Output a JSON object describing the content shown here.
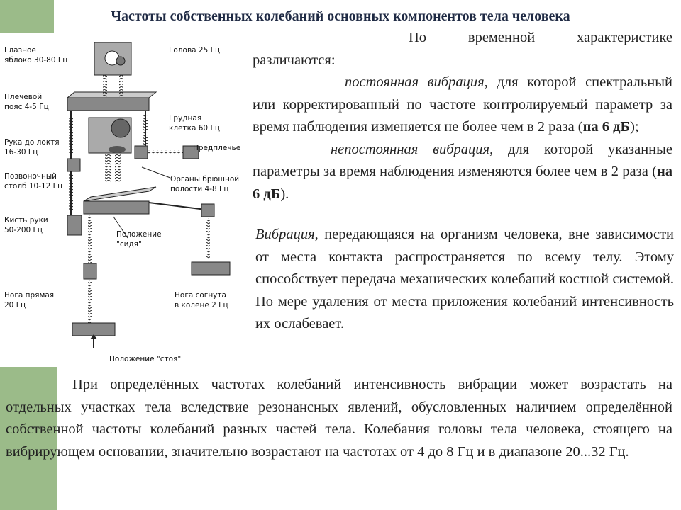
{
  "title": "Частоты собственных колебаний основных компонентов тела человека",
  "diagram": {
    "labels": {
      "eyeball": [
        "Глазное",
        "яблоко 30-80 Гц"
      ],
      "head": "Голова 25 Гц",
      "shoulder": [
        "Плечевой",
        "пояс 4-5 Гц"
      ],
      "chest": [
        "Грудная",
        "клетка 60 Гц"
      ],
      "elbow": [
        "Рука до локтя",
        "16-30 Гц"
      ],
      "forearm": "Предплечье",
      "spine": [
        "Позвоночный",
        "столб 10-12 Гц"
      ],
      "abdomen": [
        "Органы брюшной",
        "полости 4-8 Гц"
      ],
      "hand": [
        "Кисть руки",
        "50-200 Гц"
      ],
      "sitting": [
        "Положение",
        "\"сидя\""
      ],
      "leg_straight": [
        "Нога прямая",
        "20 Гц"
      ],
      "leg_bent": [
        "Нога согнута",
        "в колене 2 Гц"
      ],
      "standing": "Положение \"стоя\""
    }
  },
  "paragraph1": {
    "lead": "По временной характеристике различаются:",
    "item1_em": "постоянная вибрация",
    "item1_text": ", для которой спектральный или корректированный по частоте контролируемый параметр за время наблюдения изменяется не более чем в 2 раза (",
    "item1_bold": "на 6 дБ",
    "item1_end": ");",
    "item2_em": "непостоянная вибрация",
    "item2_text": ", для которой указанные параметры за время наблюдения изменяются более чем в 2 раза (",
    "item2_bold": "на 6 дБ",
    "item2_end": ")."
  },
  "paragraph2": {
    "em": "Вибрация",
    "text": ", передающаяся на организм человека, вне зависимости от места контакта распространяется по всему телу. Этому способствует передача механических колебаний костной системой. По мере удаления от места приложения колебаний интенсивность их ослабевает."
  },
  "paragraph3": {
    "text": "При определённых частотах колебаний интенсивность вибрации может возрастать на отдельных участках тела вследствие резонансных явлений, обусловленных наличием определённой собственной частоты колебаний разных частей тела. Колебания головы тела человека, стоящего на вибрирующем основании, значительно возрастают на частотах от 4 до 8 Гц и в диапазоне 20...32 Гц."
  },
  "colors": {
    "accent_green": "#9bbb89",
    "title": "#1f2a44"
  }
}
